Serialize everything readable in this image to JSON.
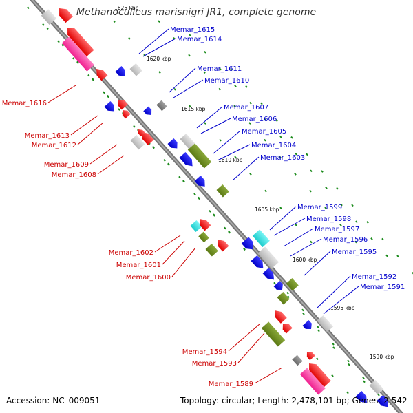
{
  "title": "Methanoculleus marisnigri JR1, complete genome",
  "footer": {
    "accession": "Accession: NC_009051",
    "summary": "Topology: circular; Length: 2,478,101 bp; Genes: 2,542"
  },
  "colors": {
    "axis": "#888888",
    "tick": "#1a8a1a",
    "forward_label": "#0000cc",
    "reverse_label": "#cc0000",
    "gene_red": "#ff0000",
    "gene_blue": "#0000ee",
    "gene_gray": "#c8c8c8",
    "gene_darkgray": "#808080",
    "gene_olive": "#6e8c1e",
    "gene_magenta": "#ff3fa3",
    "gene_cyan": "#27dede"
  },
  "kbp_markers": [
    "1625 kbp",
    "1620 kbp",
    "1615 kbp",
    "1610 kbp",
    "1605 kbp",
    "1600 kbp",
    "1595 kbp",
    "1590 kbp"
  ],
  "forward_labels": [
    "Memar_1615",
    "Memar_1614",
    "Memar_1611",
    "Memar_1610",
    "Memar_1607",
    "Memar_1606",
    "Memar_1605",
    "Memar_1604",
    "Memar_1603",
    "Memar_1599",
    "Memar_1598",
    "Memar_1597",
    "Memar_1596",
    "Memar_1595",
    "Memar_1592",
    "Memar_1591"
  ],
  "reverse_labels": [
    "Memar_1616",
    "Memar_1613",
    "Memar_1612",
    "Memar_1609",
    "Memar_1608",
    "Memar_1602",
    "Memar_1601",
    "Memar_1600",
    "Memar_1594",
    "Memar_1593",
    "Memar_1589"
  ]
}
